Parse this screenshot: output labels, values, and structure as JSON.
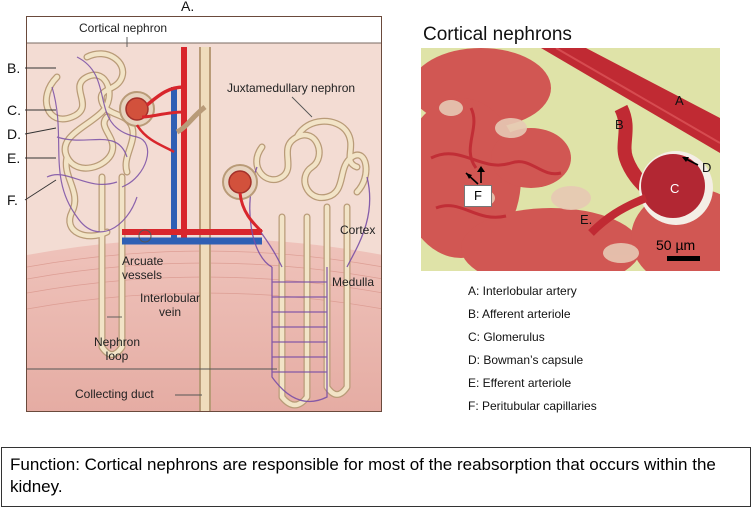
{
  "diagram": {
    "top_letter": "A.",
    "labels": {
      "cortical_nephron": "Cortical nephron",
      "juxtamedullary_nephron": "Juxtamedullary nephron",
      "cortex": "Cortex",
      "medulla": "Medulla",
      "arcuate_vessels": "Arcuate\nvessels",
      "interlobular_vein": "Interlobular\nvein",
      "nephron_loop": "Nephron\nloop",
      "collecting_duct": "Collecting duct"
    },
    "side_letters": [
      "B.",
      "C.",
      "D.",
      "E.",
      "F."
    ]
  },
  "photo": {
    "title": "Cortical nephrons",
    "letters": {
      "a": "A",
      "b": "B",
      "c": "C",
      "d": "D",
      "e": "E.",
      "f": "F"
    },
    "scale_bar": "50 µm"
  },
  "legend": [
    "A: Interlobular artery",
    "B: Afferent arteriole",
    "C: Glomerulus",
    "D: Bowman’s capsule",
    "E: Efferent arteriole",
    "F: Peritubular capillaries"
  ],
  "function_text": "Function: Cortical nephrons are responsible for most of the reabsorption that occurs within the kidney.",
  "colors": {
    "artery": "#d8262c",
    "vein": "#2f5fb4",
    "tubule": "#ead8b8",
    "cortex_bg": "#f1d8d0",
    "medulla_bg": "#e8b4ab",
    "photo_bg": "#dfe3a8",
    "photo_tissue": "#c9383f"
  }
}
